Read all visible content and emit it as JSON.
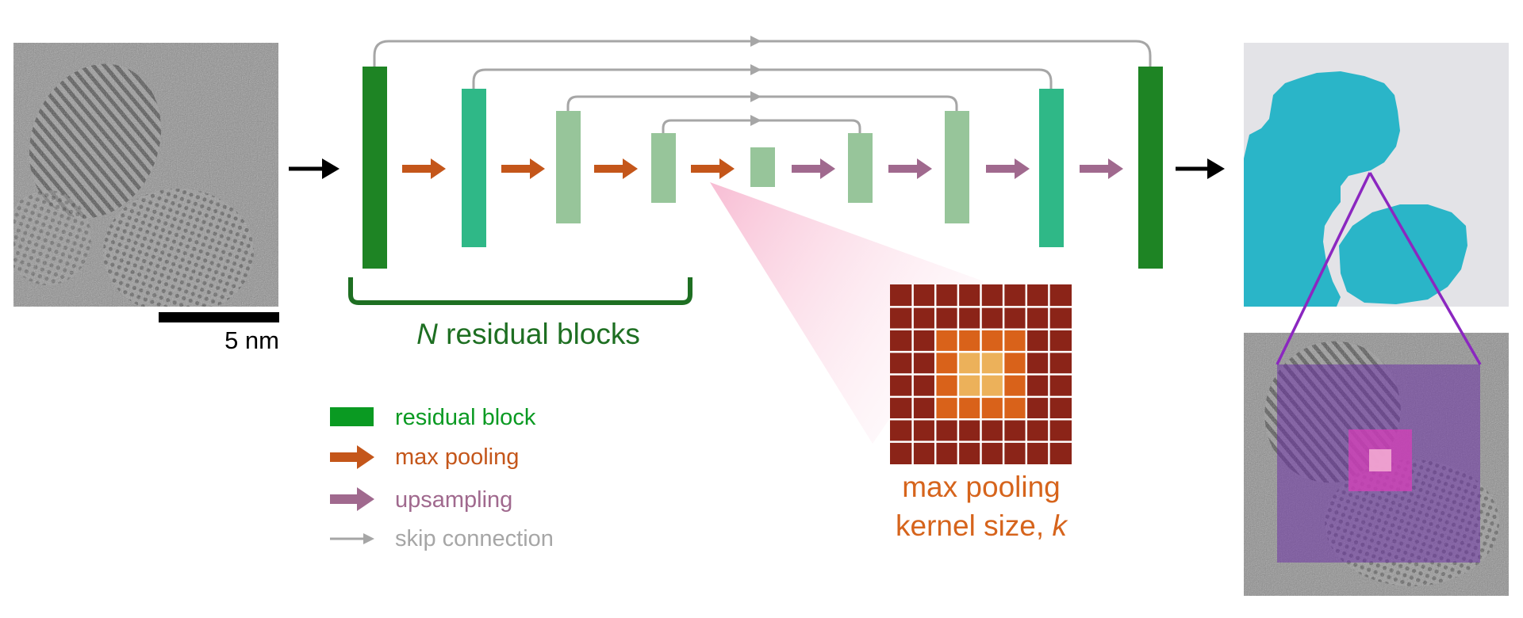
{
  "scale_bar": {
    "label": "5 nm"
  },
  "encoder_group": {
    "label_var": "N",
    "label_rest": " residual blocks"
  },
  "legend": {
    "items": [
      {
        "key": "residual-block",
        "label": "residual block",
        "color": "#0a9a22"
      },
      {
        "key": "max-pooling",
        "label": "max pooling",
        "color": "#c4561a"
      },
      {
        "key": "upsampling",
        "label": "upsampling",
        "color": "#a0698e"
      },
      {
        "key": "skip-connection",
        "label": "skip connection",
        "color": "#a6a6a6"
      }
    ]
  },
  "kernel": {
    "line1": "max pooling",
    "line2_text": "kernel size, ",
    "line2_var": "k",
    "color": "#d6641c"
  },
  "colors": {
    "block_dark": "#1e8424",
    "block_mid": "#2fb887",
    "block_light": "#97c59a",
    "pool_arrow": "#c4561a",
    "up_arrow": "#a0698e",
    "skip": "#a6a6a6",
    "segmentation": "#2ab5c8",
    "zoom_lines": "#8b27c0"
  }
}
